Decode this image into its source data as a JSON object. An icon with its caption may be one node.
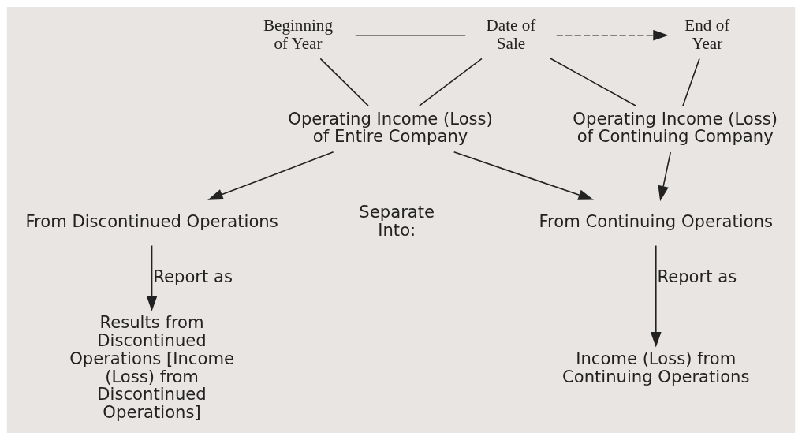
{
  "diagram": {
    "nodes": [
      {
        "text": [
          "Beginning of Year"
        ]
      },
      {
        "text": [
          "Date of Sale"
        ]
      },
      {
        "text": [
          "End of Year"
        ]
      },
      {
        "text": [
          "Operating Income (Loss) of Entire Company"
        ]
      },
      {
        "text": [
          "Operating Income (Loss) of Continuing Company"
        ]
      },
      {
        "text": [
          "From Discontinued Operations"
        ]
      },
      {
        "text": [
          "From Continuing Operations"
        ]
      },
      {
        "text": [
          "Results from Discontinued Operations [Income (Loss) from Discontinued Operations]"
        ]
      },
      {
        "text": [
          "Income (Loss) from Continuing Operations"
        ]
      }
    ],
    "edges": [
      {
        "from": 0,
        "to": 1,
        "arrow": "none"
      },
      {
        "from": 1,
        "to": 2,
        "arrow": "to",
        "style": "dashed"
      },
      {
        "from": 0,
        "to": 3,
        "arrow": "none"
      },
      {
        "from": 1,
        "to": 3,
        "arrow": "none"
      },
      {
        "from": 1,
        "to": 4,
        "arrow": "none"
      },
      {
        "from": 2,
        "to": 4,
        "arrow": "none"
      },
      {
        "from": 3,
        "to": 5,
        "arrow": "to"
      },
      {
        "from": 3,
        "to": 6,
        "arrow": "to"
      },
      {
        "from": 4,
        "to": 6,
        "arrow": "to"
      },
      {
        "from": 5,
        "to": 7,
        "arrow": "to",
        "label": "Report as"
      },
      {
        "from": 6,
        "to": 8,
        "arrow": "to",
        "label": "Report as"
      }
    ],
    "labels": [
      "Separate Into:"
    ]
  }
}
